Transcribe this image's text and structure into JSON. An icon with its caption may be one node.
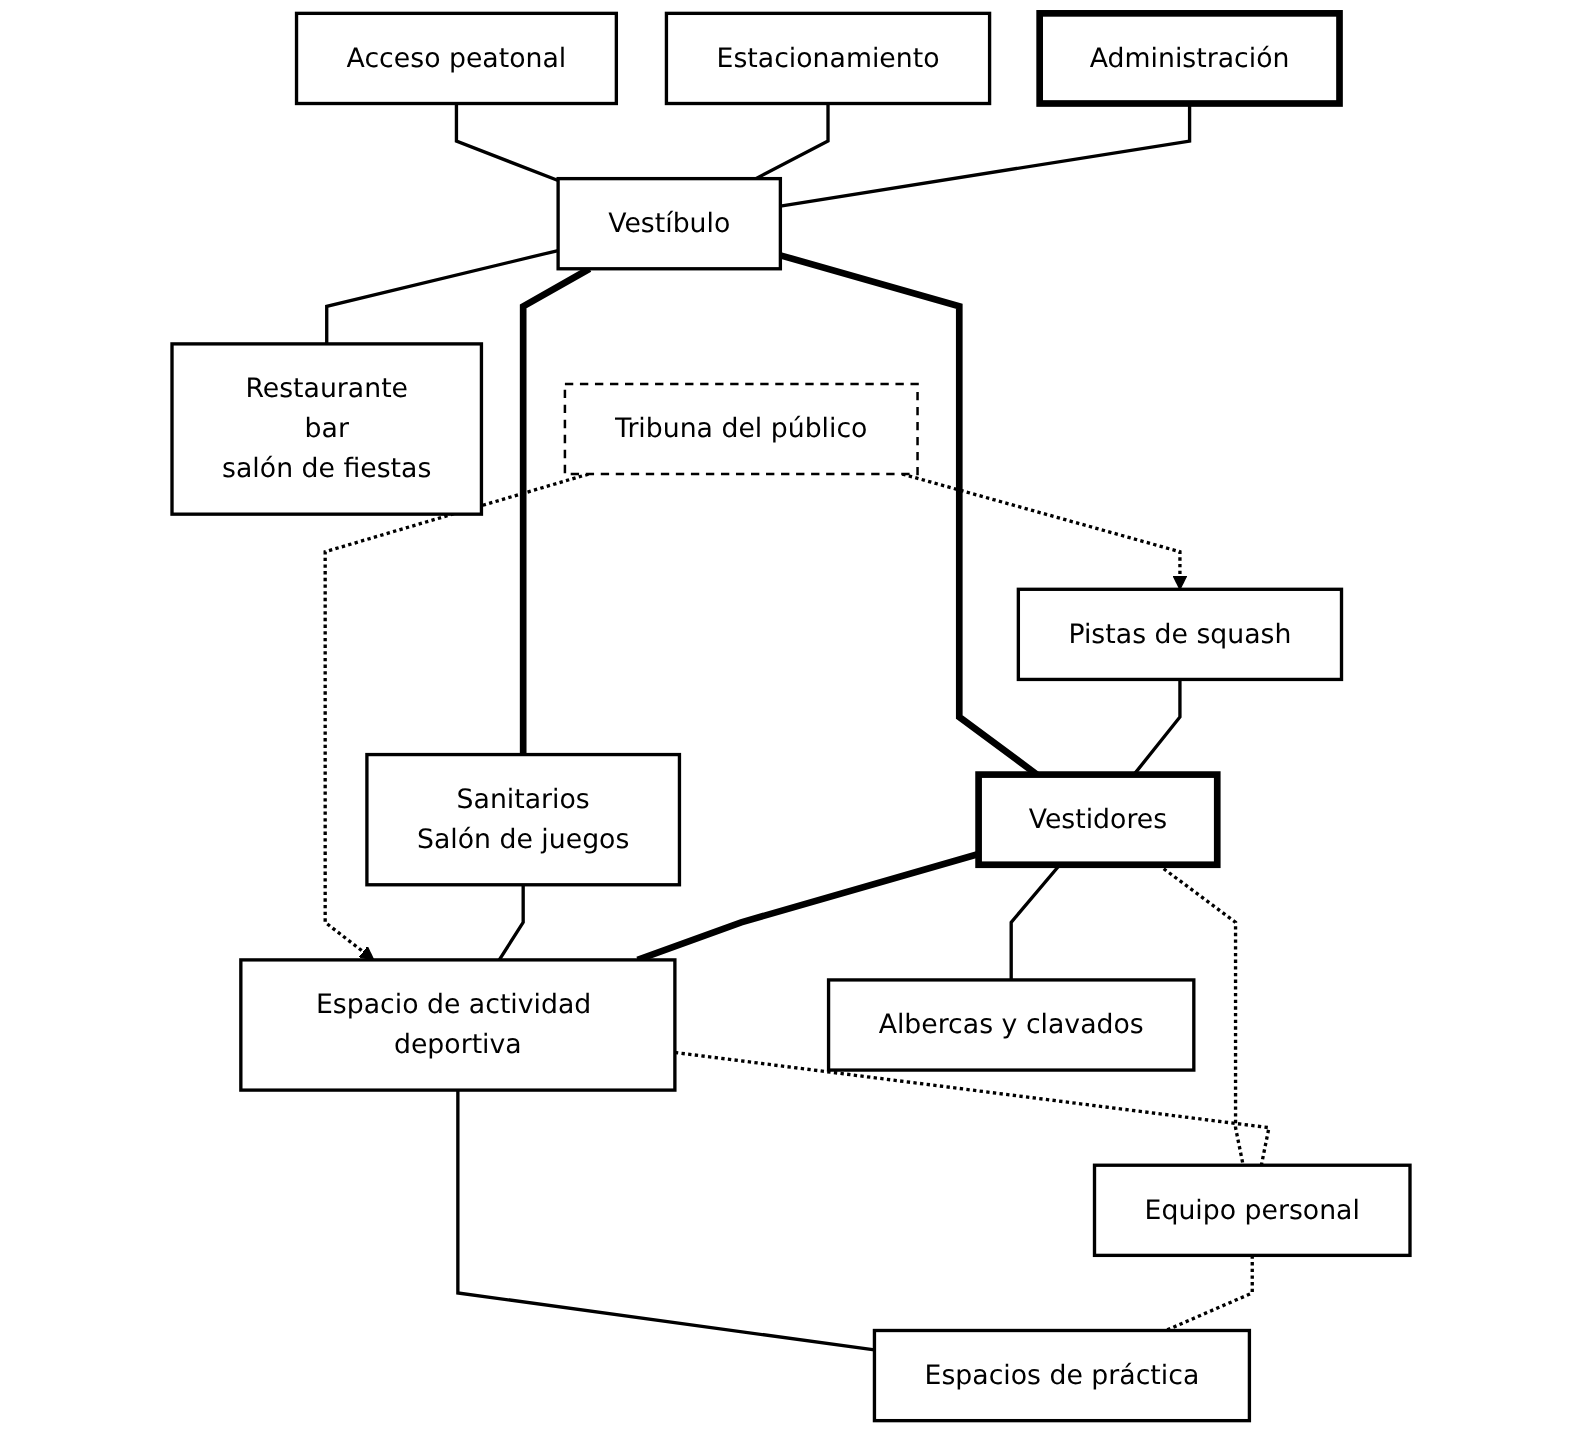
{
  "diagram": {
    "nodes": [
      {
        "text": [
          "Acceso peatonal"
        ]
      },
      {
        "text": [
          "Estacionamiento"
        ]
      },
      {
        "text": [
          "Administración"
        ]
      },
      {
        "text": [
          "Vestíbulo"
        ]
      },
      {
        "text": [
          "Restaurante",
          "bar",
          "salón de fiestas"
        ]
      },
      {
        "text": [
          "Pistas de squash"
        ]
      },
      {
        "text": [
          "Tribuna del público"
        ]
      },
      {
        "text": [
          "Sanitarios",
          "Salón de juegos"
        ]
      },
      {
        "text": [
          "Vestidores"
        ]
      },
      {
        "text": [
          "Espacio de actividad deportiva"
        ]
      },
      {
        "text": [
          "Albercas y clavados"
        ]
      },
      {
        "text": [
          "Equipo personal"
        ]
      },
      {
        "text": [
          "Espacios de práctica"
        ]
      }
    ],
    "edges": [
      {
        "from": 0,
        "to": 3,
        "arrow": "none"
      },
      {
        "from": 1,
        "to": 3,
        "arrow": "none"
      },
      {
        "from": 2,
        "to": 3,
        "arrow": "none"
      },
      {
        "from": 3,
        "to": 4,
        "arrow": "none"
      },
      {
        "from": 3,
        "to": 8,
        "arrow": "none",
        "style": "thick"
      },
      {
        "from": 3,
        "to": 7,
        "arrow": "none",
        "style": "thick"
      },
      {
        "from": 6,
        "to": 5,
        "arrow": "to",
        "style": "dashed"
      },
      {
        "from": 6,
        "to": 9,
        "arrow": "to",
        "style": "dashed"
      },
      {
        "from": 5,
        "to": 8,
        "arrow": "none"
      },
      {
        "from": 7,
        "to": 9,
        "arrow": "none"
      },
      {
        "from": 8,
        "to": 9,
        "arrow": "none",
        "style": "thick"
      },
      {
        "from": 8,
        "to": 10,
        "arrow": "none"
      },
      {
        "from": 8,
        "to": 11,
        "arrow": "none",
        "style": "dashed"
      },
      {
        "from": 9,
        "to": 11,
        "arrow": "none",
        "style": "dashed"
      },
      {
        "from": 9,
        "to": 12,
        "arrow": "none"
      },
      {
        "from": 11,
        "to": 12,
        "arrow": "none",
        "style": "dashed"
      }
    ]
  }
}
